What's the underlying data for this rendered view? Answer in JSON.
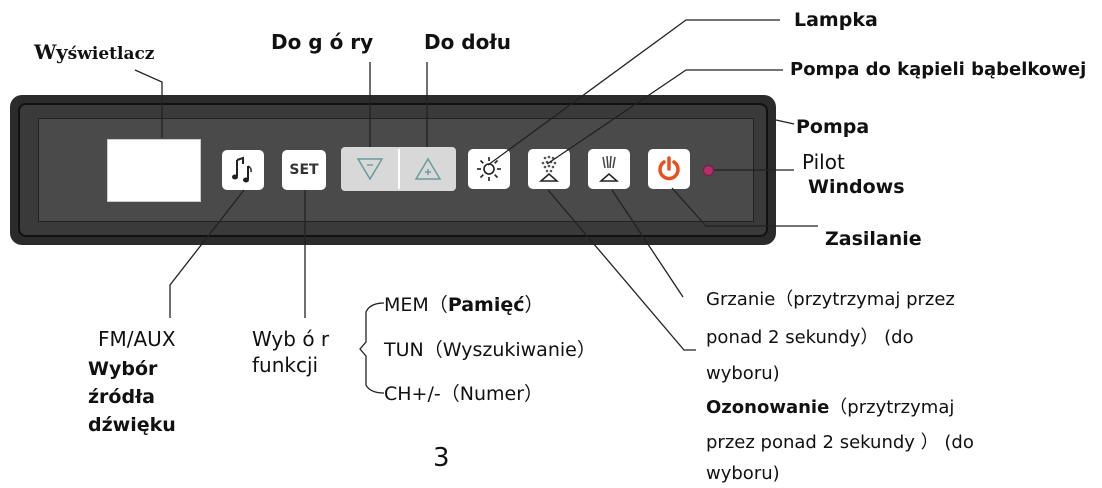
{
  "labels": {
    "display": {
      "prefix": "Wy",
      "rest": "świetlacz"
    },
    "up": "Do g ó ry",
    "down": "Do dołu",
    "lamp": "Lampka",
    "bubble_pump": "Pompa do kąpieli bąbelkowej",
    "pump": "Pompa",
    "remote": "Pilot",
    "windows": "Windows",
    "power": "Zasilanie",
    "fm_aux": "FM/AUX",
    "source_line1": "Wybór",
    "source_line2": "źródła",
    "source_line3": "dźwięku",
    "func_line1": "Wyb ó r",
    "func_line2": "funkcji",
    "mem": "MEM",
    "mem_desc": "Pamięć",
    "tun": "TUN",
    "tun_desc": "Wyszukiwanie",
    "ch": "CH+/-",
    "ch_desc": "Numer",
    "heat_line1": "Grzanie（przytrzymaj przez",
    "heat_line2": "ponad 2 sekundy）  (do",
    "heat_line3": "wyboru)",
    "ozone_bold": "Ozonowanie",
    "ozone_rest": "（przytrzymaj",
    "ozone_line2": "przez  ponad  2  sekundy ）   (do",
    "ozone_line3": "wyboru)",
    "page_number": "3"
  },
  "buttons": {
    "set_label": "SET"
  },
  "colors": {
    "power": "#e8501f",
    "led": "#b0306a",
    "panel": "#3a3a3a"
  },
  "icons": [
    "music-note-icon",
    "set-icon",
    "down-triangle-icon",
    "up-triangle-icon",
    "lamp-sun-icon",
    "bubble-jet-icon",
    "heater-icon",
    "power-icon"
  ]
}
